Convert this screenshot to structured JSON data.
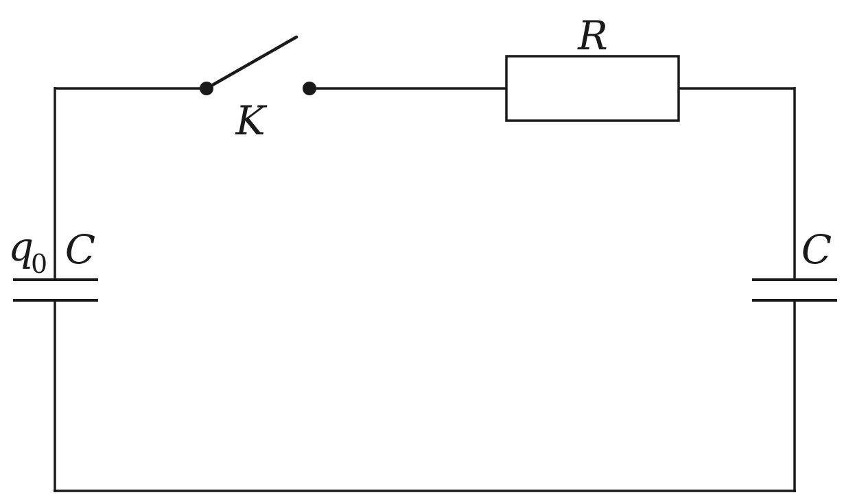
{
  "labels": {
    "resistor": "R",
    "switch": "K",
    "capacitor_left": "C",
    "capacitor_right": "C",
    "charge_symbol": "q",
    "charge_subscript": "0"
  },
  "colors": {
    "line": "#1a1a1a",
    "background": "#ffffff"
  }
}
